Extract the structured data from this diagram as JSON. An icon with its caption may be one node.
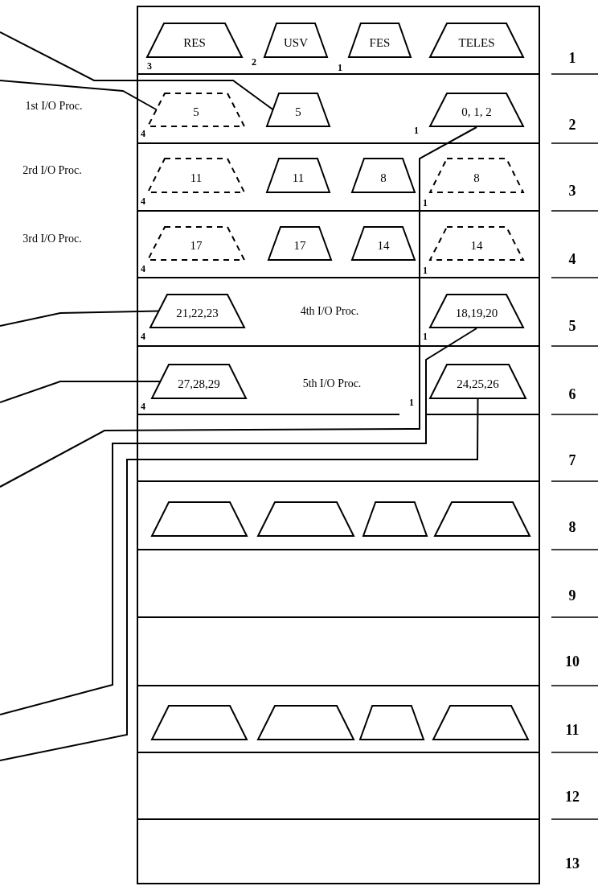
{
  "diagram": {
    "nodes": [
      {
        "text": [
          "RES"
        ]
      },
      {
        "text": [
          "USV"
        ]
      },
      {
        "text": [
          "FES"
        ]
      },
      {
        "text": [
          "TELES"
        ]
      },
      {
        "text": [
          "5"
        ]
      },
      {
        "text": [
          "5"
        ]
      },
      {
        "text": [
          "0, 1, 2"
        ]
      },
      {
        "text": [
          "11"
        ]
      },
      {
        "text": [
          "11"
        ]
      },
      {
        "text": [
          "8"
        ]
      },
      {
        "text": [
          "8"
        ]
      },
      {
        "text": [
          "17"
        ]
      },
      {
        "text": [
          "17"
        ]
      },
      {
        "text": [
          "14"
        ]
      },
      {
        "text": [
          "14"
        ]
      },
      {
        "text": [
          "21,22,23"
        ]
      },
      {
        "text": [
          "18,19,20"
        ]
      },
      {
        "text": [
          "27,28,29"
        ]
      },
      {
        "text": [
          "24,25,26"
        ]
      },
      {
        "text": [],
        "shape": "trapezoid"
      },
      {
        "text": [],
        "shape": "trapezoid"
      },
      {
        "text": [],
        "shape": "trapezoid"
      },
      {
        "text": [],
        "shape": "trapezoid"
      },
      {
        "text": [],
        "shape": "trapezoid"
      },
      {
        "text": [],
        "shape": "trapezoid"
      },
      {
        "text": [],
        "shape": "trapezoid"
      },
      {
        "text": [],
        "shape": "trapezoid"
      }
    ],
    "edges": [
      {
        "from": null,
        "to": 5,
        "arrow": "none"
      },
      {
        "from": null,
        "to": 4,
        "arrow": "none"
      },
      {
        "from": null,
        "to": 15,
        "arrow": "none"
      },
      {
        "from": null,
        "to": 17,
        "arrow": "none"
      },
      {
        "from": 6,
        "to": null,
        "arrow": "none"
      },
      {
        "from": 16,
        "to": null,
        "arrow": "none"
      },
      {
        "from": 18,
        "to": null,
        "arrow": "none"
      }
    ],
    "labels": [
      "3",
      "2",
      "1",
      "1",
      "1st I/O Proc.",
      "4",
      "1",
      "2",
      "2rd I/O Proc.",
      "4",
      "1",
      "3",
      "3rd I/O Proc.",
      "4",
      "1",
      "4",
      "4th I/O Proc.",
      "4",
      "1",
      "5",
      "5th I/O Proc.",
      "4",
      "1",
      "6",
      "7",
      "8",
      "9",
      "10",
      "11",
      "12",
      "13"
    ]
  }
}
